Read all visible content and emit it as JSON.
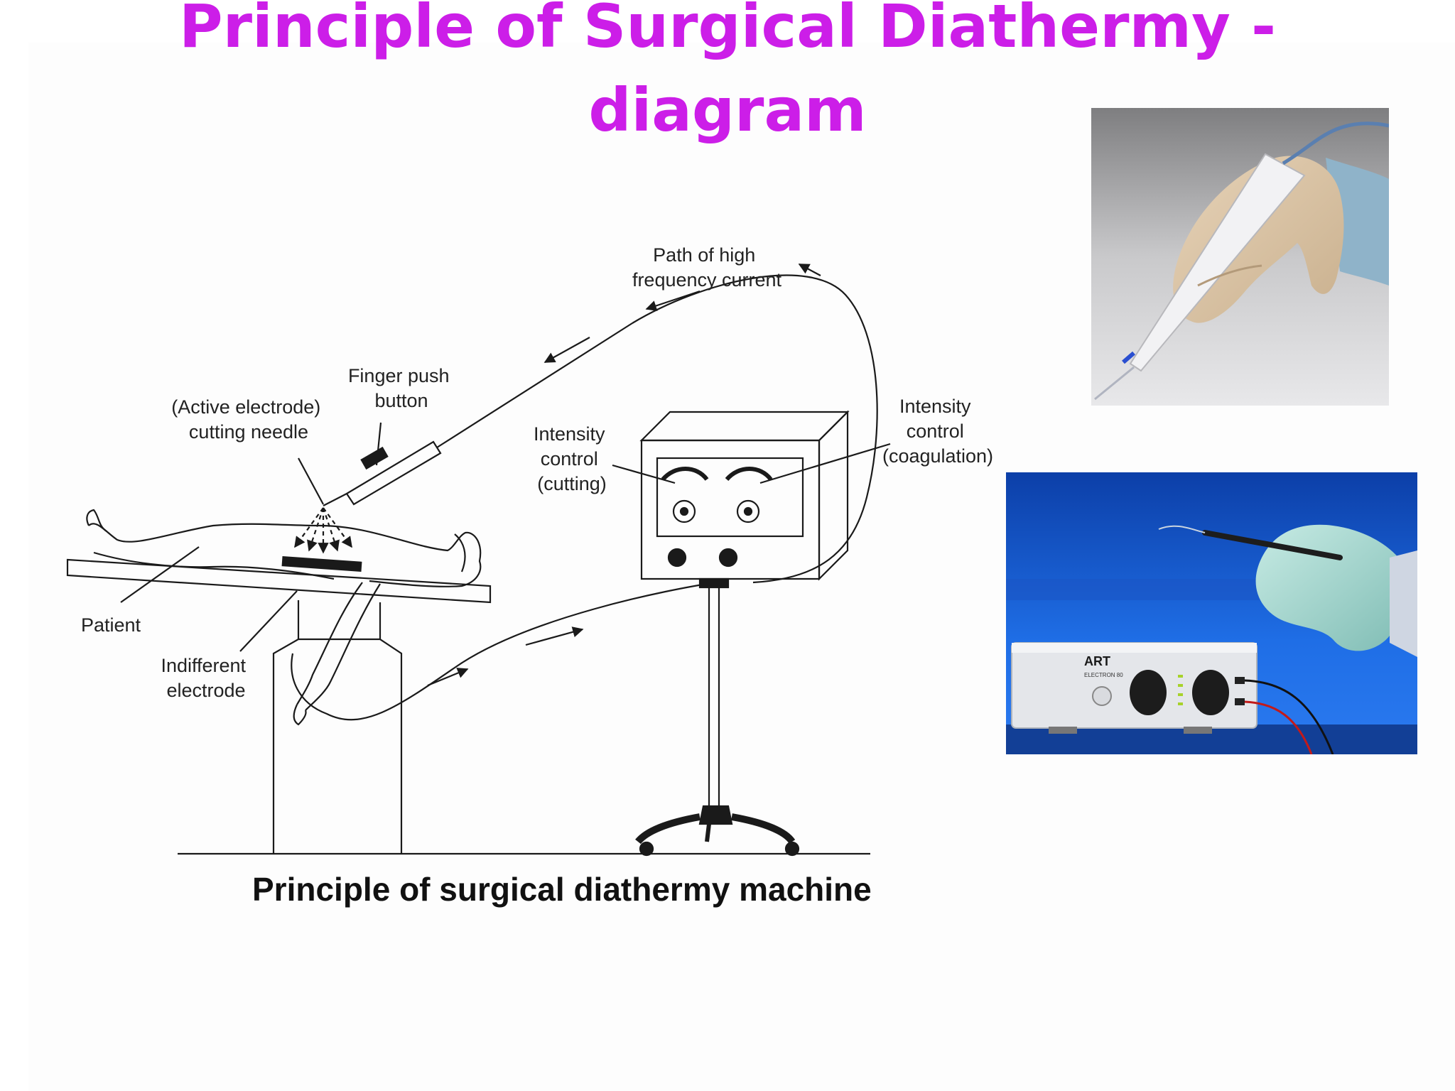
{
  "slide": {
    "title_line1": "Principle of Surgical Diathermy -",
    "title_line2": "diagram",
    "caption": "Principle of surgical diathermy machine"
  },
  "diagram": {
    "labels": {
      "path_line1": "Path of high",
      "path_line2": "frequency current",
      "finger_line1": "Finger push",
      "finger_line2": "button",
      "active_line1": "(Active electrode)",
      "active_line2": "cutting needle",
      "cut_line1": "Intensity",
      "cut_line2": "control",
      "cut_line3": "(cutting)",
      "coag_line1": "Intensity",
      "coag_line2": "control",
      "coag_line3": "(coagulation)",
      "patient": "Patient",
      "indiff_line1": "Indifferent",
      "indiff_line2": "electrode"
    }
  },
  "photos": {
    "unit_brand": "ART",
    "unit_model": "ELECTRON 80"
  },
  "colors": {
    "title": "#cc1ee8",
    "caption": "#111111",
    "line": "#1a1a1a",
    "photo_blue": "#1a5fd4",
    "glove": "#9fd3cc"
  }
}
